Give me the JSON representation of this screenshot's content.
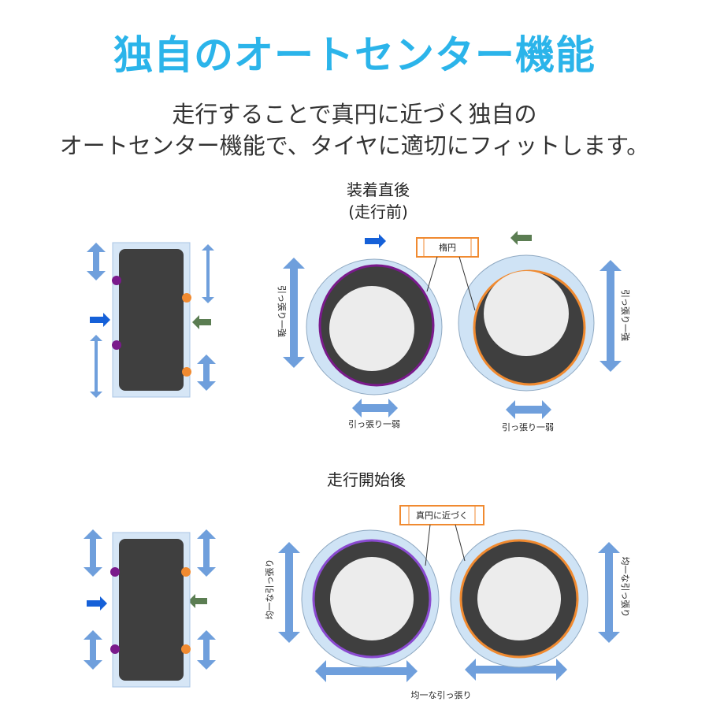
{
  "title": "独自のオートセンター機能",
  "subtitle": [
    "走行することで真円に近づく独自の",
    "オートセンター機能で、タイヤに適切にフィットします。"
  ],
  "before": {
    "heading": "装着直後",
    "subheading": "(走行前)",
    "callout": "楕円",
    "left_vertical": "引っ張り一強",
    "right_vertical": "引っ張り一強",
    "left_horizontal": "引っ張り一弱",
    "right_horizontal": "引っ張り一弱"
  },
  "after": {
    "heading": "走行開始後",
    "callout": "真円に近づく",
    "left_vertical": "均一な引っ張り",
    "right_vertical": "均一な引っ張り",
    "bottom": "均一な引っ張り"
  },
  "colors": {
    "accent": "#2bb4ea",
    "arrow": "#6f9fdc",
    "purple": "#7a1a8c",
    "orange": "#f08a30",
    "tire": "#3f3f3f",
    "rim": "#ececec",
    "disc": "#cfe3f5",
    "blue_arrow": "#1560d8",
    "green_arrow": "#5b7d52"
  }
}
